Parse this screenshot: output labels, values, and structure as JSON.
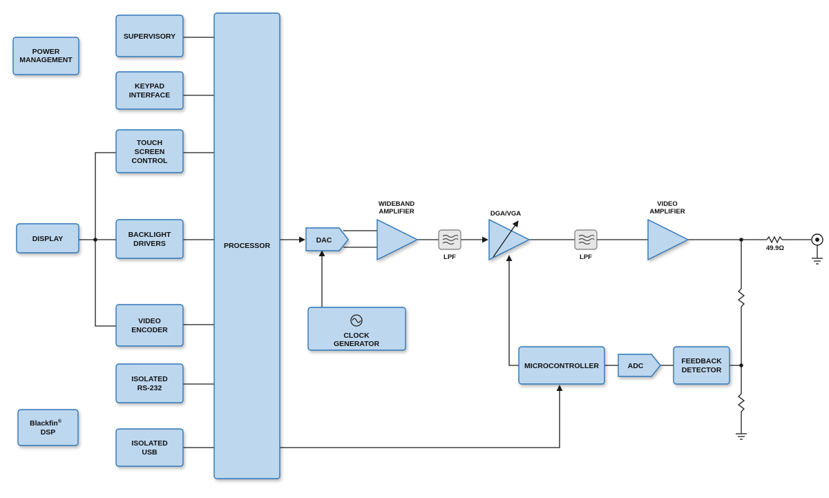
{
  "blocks": {
    "power": [
      "POWER",
      "MANAGEMENT"
    ],
    "supervisory": [
      "SUPERVISORY"
    ],
    "keypad": [
      "KEYPAD",
      "INTERFACE"
    ],
    "touch": [
      "TOUCH",
      "SCREEN",
      "CONTROL"
    ],
    "display": [
      "DISPLAY"
    ],
    "backlight": [
      "BACKLIGHT",
      "DRIVERS"
    ],
    "video_encoder": [
      "VIDEO",
      "ENCODER"
    ],
    "rs232": [
      "ISOLATED",
      "RS-232"
    ],
    "usb": [
      "ISOLATED",
      "USB"
    ],
    "blackfin": [
      "Blackfin",
      "DSP"
    ],
    "blackfin_mark": "®",
    "processor": [
      "PROCESSOR"
    ],
    "dac": [
      "DAC"
    ],
    "clock": [
      "CLOCK",
      "GENERATOR"
    ],
    "wideband": [
      "WIDEBAND",
      "AMPLIFIER"
    ],
    "dga": [
      "DGA/VGA"
    ],
    "video_amp": [
      "VIDEO",
      "AMPLIFIER"
    ],
    "microcontroller": [
      "MICROCONTROLLER"
    ],
    "adc": [
      "ADC"
    ],
    "feedback": [
      "FEEDBACK",
      "DETECTOR"
    ]
  },
  "labels": {
    "lpf1": "LPF",
    "lpf2": "LPF",
    "resistor": "49.9Ω"
  },
  "colors": {
    "block_fill": "#bdd7ee",
    "block_stroke": "#2e75b6",
    "wire": "#1a1a1a"
  }
}
